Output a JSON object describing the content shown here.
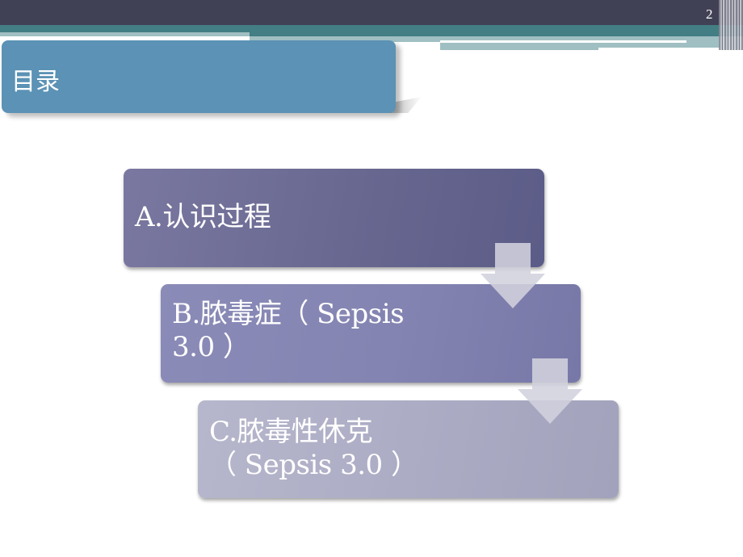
{
  "slide": {
    "page_number": "2",
    "title": "目录",
    "colors": {
      "top_bar": "#414155",
      "teal_band": "#427e83",
      "light_band": "#a0bfc2",
      "title_box": "#5b92b5",
      "box_a": "#6e6e98",
      "box_b": "#8282b2",
      "box_c": "#acacc4",
      "arrow": "#d2d2de"
    }
  },
  "flow": {
    "steps": [
      {
        "label": "A.认识过程"
      },
      {
        "label": "B.脓毒症（Sepsis 3.0）",
        "line1": "B.脓毒症（ Sepsis",
        "line2": "3.0 ）"
      },
      {
        "label": "C.脓毒性休克（Sepsis 3.0）",
        "line1": "C.脓毒性休克",
        "line2": "（ Sepsis 3.0 ）"
      }
    ]
  }
}
